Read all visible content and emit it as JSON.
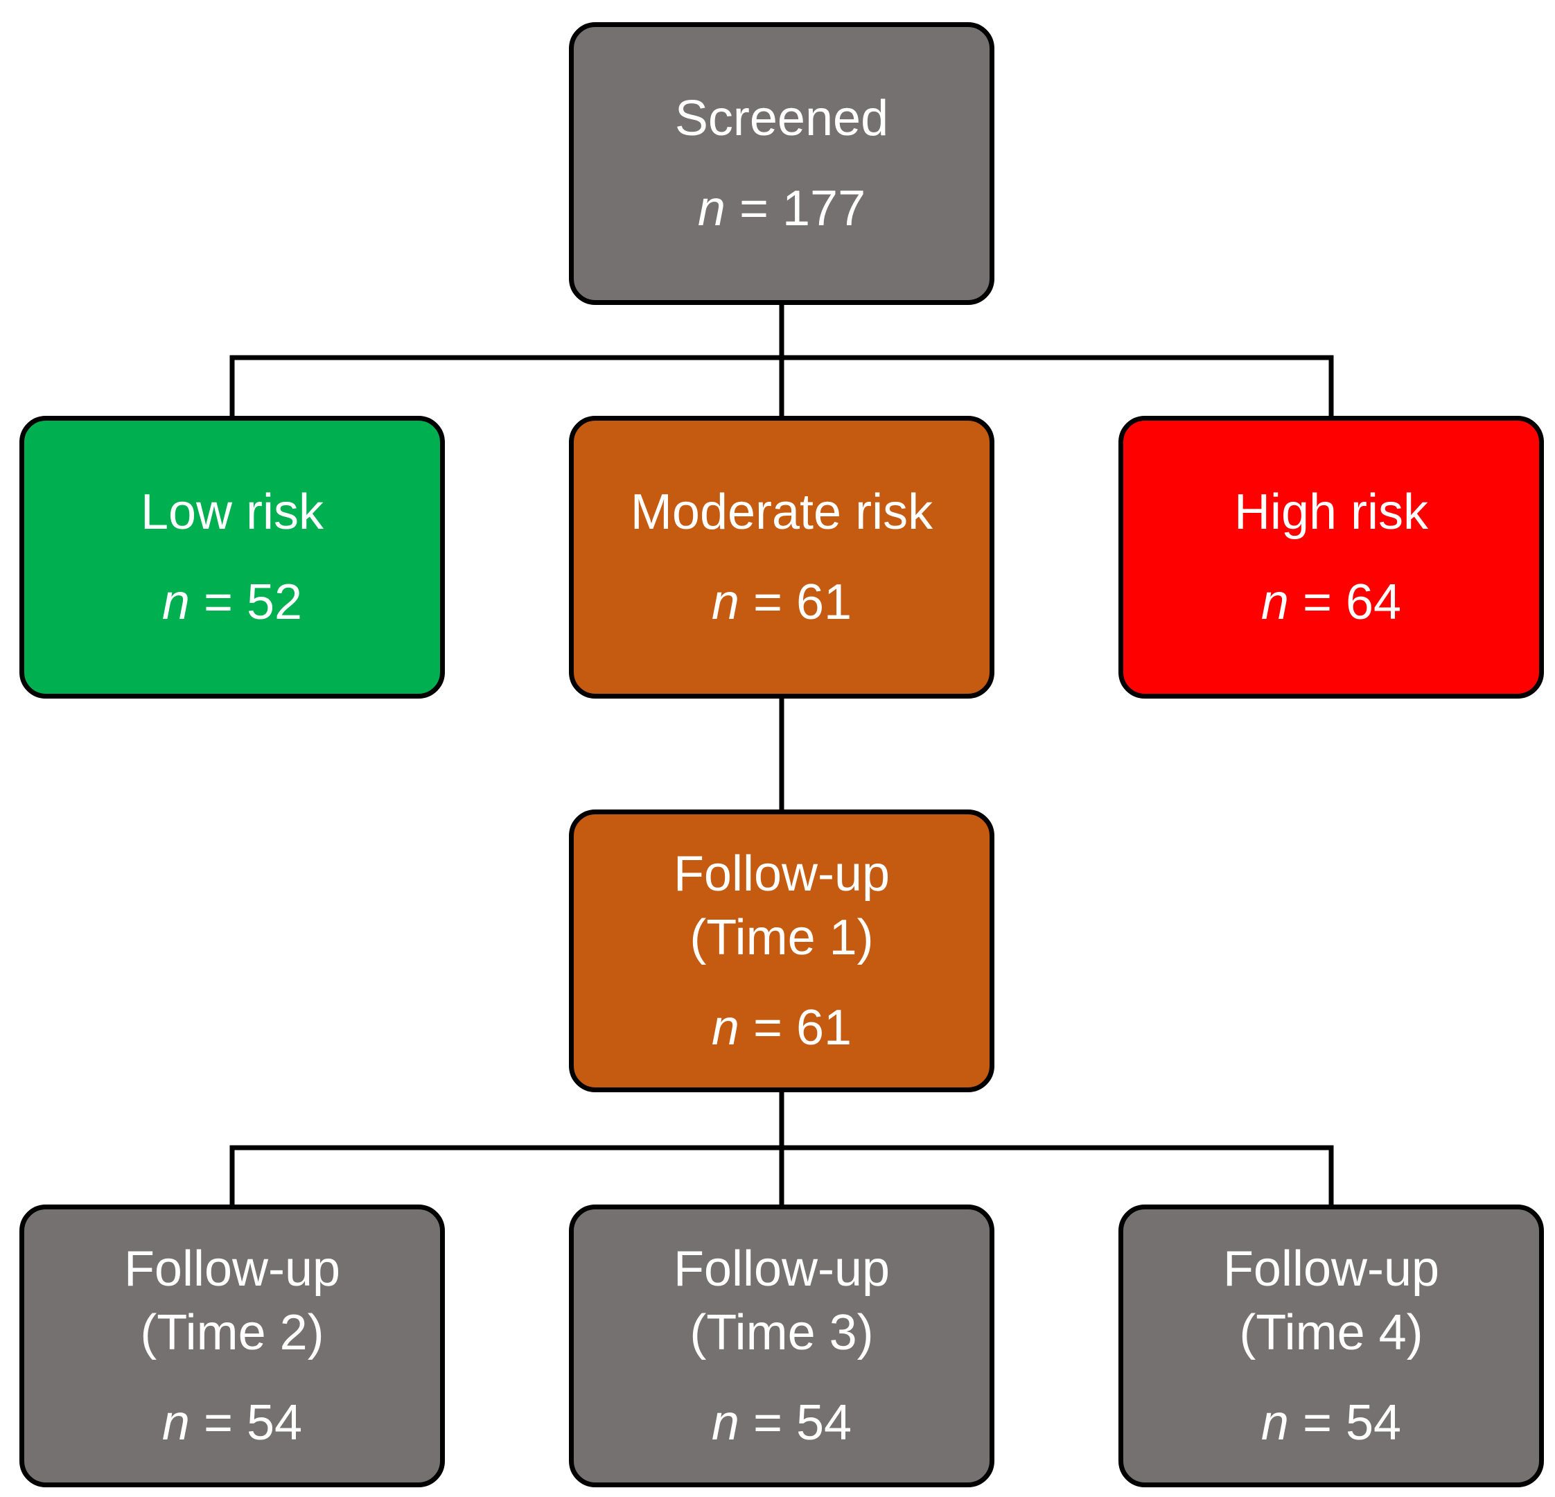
{
  "nodes": {
    "screened": {
      "label": "Screened",
      "n_symbol": "n",
      "n_value": "= 177",
      "color": "#767171"
    },
    "low": {
      "label": "Low risk",
      "n_symbol": "n",
      "n_value": "= 52",
      "color": "#00b050"
    },
    "moderate": {
      "label": "Moderate risk",
      "n_symbol": "n",
      "n_value": "= 61",
      "color": "#c55a11"
    },
    "high": {
      "label": "High risk",
      "n_symbol": "n",
      "n_value": "= 64",
      "color": "#ff0000"
    },
    "fu1": {
      "label": "Follow-up\n(Time 1)",
      "n_symbol": "n",
      "n_value": "= 61",
      "color": "#c55a11"
    },
    "fu2": {
      "label": "Follow-up\n(Time 2)",
      "n_symbol": "n",
      "n_value": "= 54",
      "color": "#767171"
    },
    "fu3": {
      "label": "Follow-up\n(Time 3)",
      "n_symbol": "n",
      "n_value": "= 54",
      "color": "#767171"
    },
    "fu4": {
      "label": "Follow-up\n(Time 4)",
      "n_symbol": "n",
      "n_value": "= 54",
      "color": "#767171"
    }
  },
  "edges": [
    {
      "from": "screened",
      "to": "low"
    },
    {
      "from": "screened",
      "to": "moderate"
    },
    {
      "from": "screened",
      "to": "high"
    },
    {
      "from": "moderate",
      "to": "fu1"
    },
    {
      "from": "fu1",
      "to": "fu2"
    },
    {
      "from": "fu1",
      "to": "fu3"
    },
    {
      "from": "fu1",
      "to": "fu4"
    }
  ]
}
